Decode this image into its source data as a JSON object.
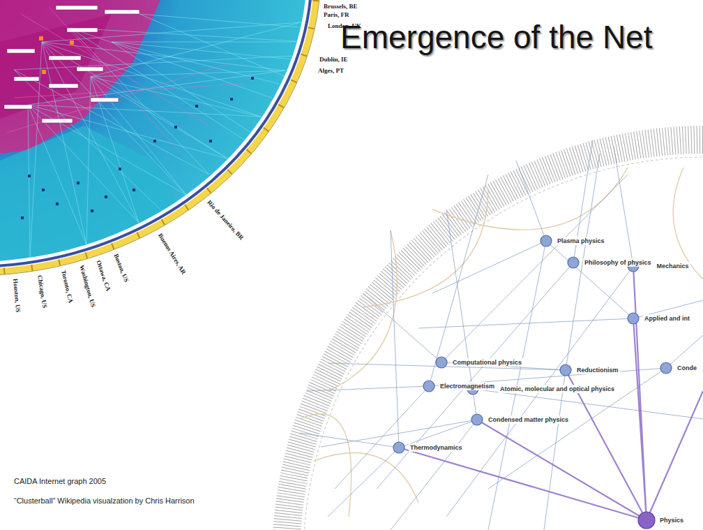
{
  "diagram": {
    "title": "Emergence of the Net",
    "labels": [
      "Brussels, BE",
      "Paris, FR",
      "London, UK",
      "Dublin, IE",
      "Alges, PT",
      "Rio de Janeiro, BR",
      "Buenos Aires, AR",
      "Boston, US",
      "Ottawa, CA",
      "Washington, US",
      "Toronto, CA",
      "Chicago, US",
      "Houston, US",
      "Plasma physics",
      "Philosophy of physics",
      "Mechanics",
      "Applied and int",
      "Computational physics",
      "Reductionism",
      "Conde",
      "Electromagnetism",
      "Atomic, molecular and optical physics",
      "Condensed matter physics",
      "Thermodynamics",
      "Physics",
      "CAIDA Internet graph 2005",
      "“Clusterball” Wikipedia visualzation by Chris Harrison"
    ]
  }
}
